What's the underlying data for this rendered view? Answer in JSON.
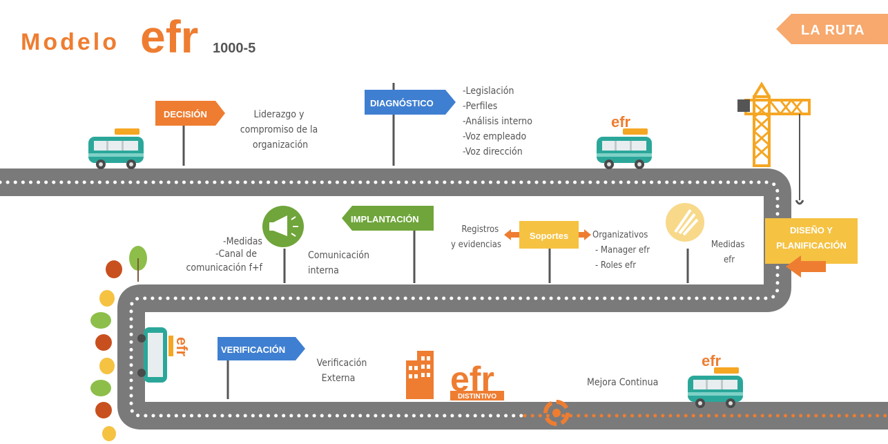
{
  "title": {
    "prefix": "Modelo",
    "brand": "efr",
    "version": "1000-5"
  },
  "route_tag": "LA RUTA",
  "signs": {
    "decision": "DECISIÓN",
    "diagnostico": "DIAGNÓSTICO",
    "implantacion": "IMPLANTACIÓN",
    "verificacion": "VERIFICACIÓN",
    "soportes": "Soportes",
    "diseno_line1": "DISEÑO Y",
    "diseno_line2": "PLANIFICACIÓN"
  },
  "texts": {
    "liderazgo": [
      "Liderazgo y",
      "compromiso de la",
      "organización"
    ],
    "diagnostico_items": [
      "-Legislación",
      "-Perfiles",
      "-Análisis interno",
      "-Voz empleado",
      "-Voz dirección"
    ],
    "medidas_list": [
      "-Medidas",
      "-Canal de",
      "comunicación  f+f"
    ],
    "comunicacion": [
      "Comunicación",
      "interna"
    ],
    "registros": [
      "Registros",
      "y evidencias"
    ],
    "organizativos": [
      "Organizativos",
      "- Manager efr",
      "- Roles efr"
    ],
    "medidas_efr": [
      "Medidas",
      "efr"
    ],
    "verificacion_ext": [
      "Verificación",
      "Externa"
    ],
    "mejora": "Mejora Continua",
    "distintivo_brand": "efr",
    "distintivo_label": "DISTINTIVO",
    "van_logo": "efr"
  },
  "colors": {
    "orange": "#EE7D31",
    "road": "#7A7A7A",
    "blue": "#3F7FD1",
    "green": "#6FA53A",
    "yellow": "#F5C242",
    "teal": "#2BA79A"
  }
}
